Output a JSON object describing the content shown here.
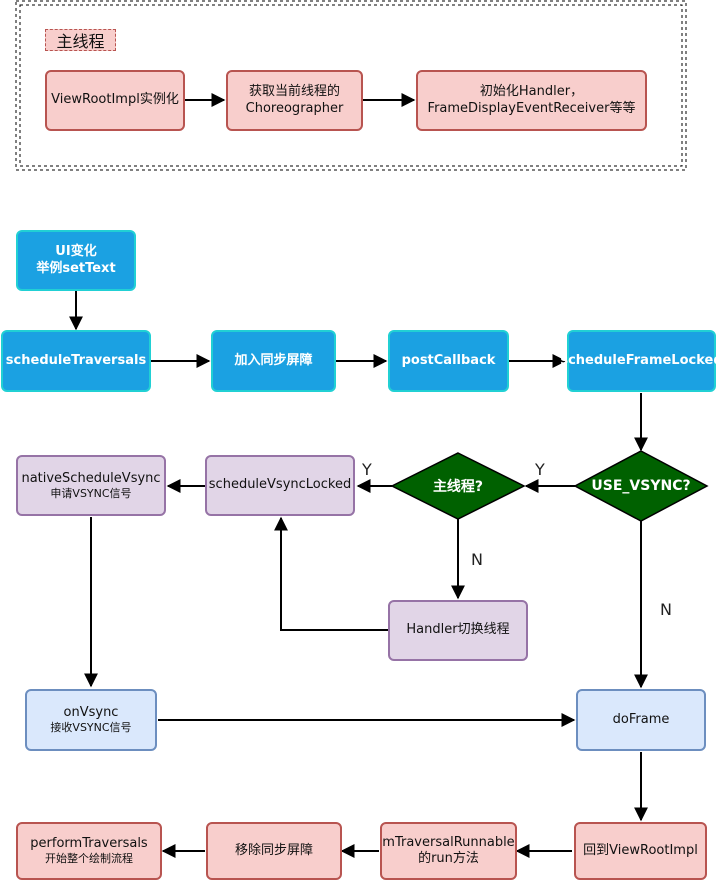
{
  "main_thread_group": {
    "label": "主线程",
    "nodes": {
      "view_root_impl_init": "ViewRootImpl实例化",
      "get_choreographer_line1": "获取当前线程的",
      "get_choreographer_line2": "Choreographer",
      "init_handler_line1": "初始化Handler，",
      "init_handler_line2": "FrameDisplayEventReceiver等等"
    }
  },
  "nodes": {
    "ui_change_line1": "UI变化",
    "ui_change_line2": "举例setText",
    "schedule_traversals": "scheduleTraversals",
    "add_sync_barrier": "加入同步屏障",
    "post_callback": "postCallback",
    "schedule_frame_locked": "scheduleFrameLocked",
    "use_vsync": "USE_VSYNC?",
    "is_main_thread": "主线程?",
    "schedule_vsync_locked": "scheduleVsyncLocked",
    "native_schedule_vsync_line1": "nativeScheduleVsync",
    "native_schedule_vsync_line2": "申请VSYNC信号",
    "handler_switch_thread": "Handler切换线程",
    "on_vsync_line1": "onVsync",
    "on_vsync_line2": "接收VSYNC信号",
    "do_frame": "doFrame",
    "back_to_view_root_impl": "回到ViewRootImpl",
    "m_traversal_runnable_line1": "mTraversalRunnable",
    "m_traversal_runnable_line2": "的run方法",
    "remove_sync_barrier": "移除同步屏障",
    "perform_traversals_line1": "performTraversals",
    "perform_traversals_line2": "开始整个绘制流程"
  },
  "edge_labels": {
    "use_vsync_yes": "Y",
    "main_thread_yes": "Y",
    "main_thread_no": "N",
    "use_vsync_no": "N"
  },
  "colors": {
    "red_fill": "#f8cecc",
    "red_stroke": "#b85450",
    "purple_fill": "#e1d5e7",
    "purple_stroke": "#9673a6",
    "blue_fill": "#dae8fc",
    "blue_stroke": "#6c8ebf",
    "cyan_fill": "#1ba1e2",
    "cyan_stroke": "#21d0d4",
    "diamond_fill": "#006100"
  }
}
